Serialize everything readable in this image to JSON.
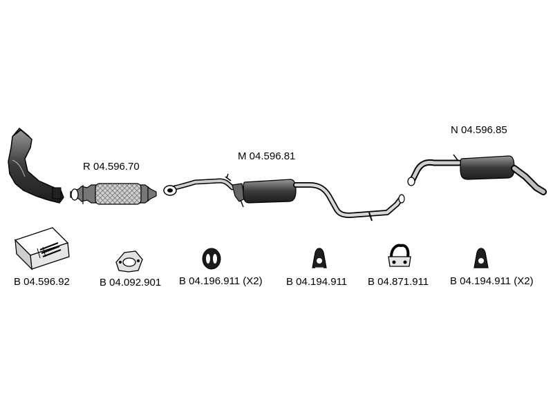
{
  "parts": {
    "catalyst": {
      "icon": "catalytic-converter-icon"
    },
    "front_pipe": {
      "code": "R 04.596.70",
      "icon": "front-pipe-icon"
    },
    "middle_silencer": {
      "code": "M 04.596.81",
      "icon": "middle-silencer-icon"
    },
    "rear_silencer": {
      "code": "N 04.596.85",
      "icon": "rear-silencer-icon"
    }
  },
  "accessories": [
    {
      "code": "B 04.596.92",
      "icon": "mounting-kit-box-icon"
    },
    {
      "code": "B 04.092.901",
      "icon": "flange-gasket-icon"
    },
    {
      "code": "B 04.196.911 (X2)",
      "icon": "rubber-ring-icon"
    },
    {
      "code": "B 04.194.911",
      "icon": "rubber-hanger-icon"
    },
    {
      "code": "B 04.871.911",
      "icon": "hanger-bracket-icon"
    },
    {
      "code": "B 04.194.911 (X2)",
      "icon": "rubber-hanger-icon"
    }
  ],
  "colors": {
    "ink": "#000000",
    "metal": "#4a4a4a",
    "light_metal": "#8a8a8a",
    "paper": "#ffffff"
  }
}
